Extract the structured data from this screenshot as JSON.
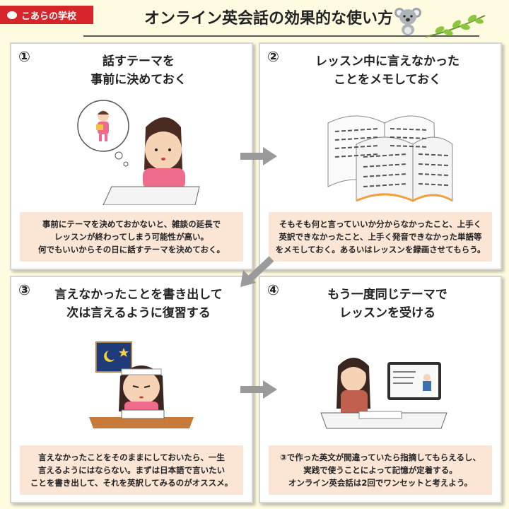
{
  "header": {
    "badge": "こあらの学校",
    "title": "オンライン英会話の効果的な使い方"
  },
  "steps": [
    {
      "num": "①",
      "title": [
        "話すテーマを",
        "事前に決めておく"
      ],
      "desc": [
        "事前にテーマを決めておかないと、雑談の延長で",
        "レッスンが終わってしまう可能性が高い。",
        "何でもいいからその日に話すテーマを決めておく。"
      ]
    },
    {
      "num": "②",
      "title": [
        "レッスン中に言えなかった",
        "ことをメモしておく"
      ],
      "desc": [
        "そもそも何と言っていいか分からなかったこと、上手く",
        "英訳できなかったこと、上手く発音できなかった単語等",
        "をメモしておく。あるいはレッスンを録画させてもらう。"
      ]
    },
    {
      "num": "③",
      "title": [
        "言えなかったことを書き出して",
        "次は言えるように復習する"
      ],
      "desc": [
        "言えなかったことをそのままにしておいたら、一生",
        "言えるようにはならない。まずは日本語で言いたい",
        "ことを書き出して、それを英訳してみるのがオススメ。"
      ]
    },
    {
      "num": "④",
      "title": [
        "もう一度同じテーマで",
        "レッスンを受ける"
      ],
      "desc": [
        "③で作った英文が間違っていたら指摘してもらえるし、",
        "実践で使うことによって記憶が定着する。",
        "オンライン英会話は2回でワンセットと考えよう。"
      ]
    }
  ],
  "colors": {
    "badge": "#d6262c",
    "desc_bg": "#fbe6d6",
    "page_bg": "#fffbe0",
    "arrow": "#9a9a9a"
  }
}
